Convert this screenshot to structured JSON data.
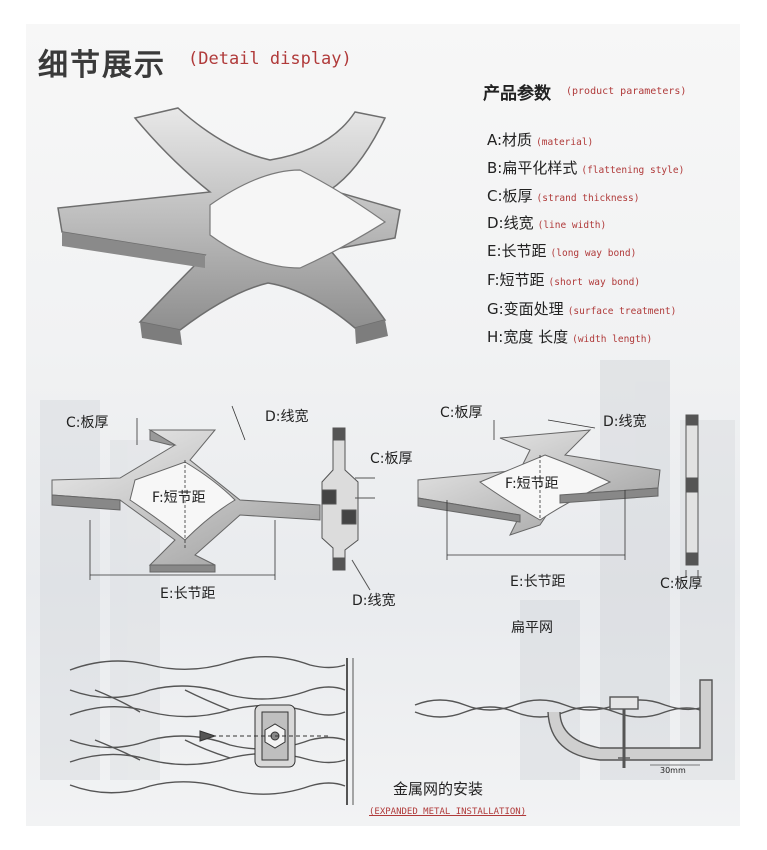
{
  "header": {
    "title": "细节展示",
    "title_en": "(Detail display)"
  },
  "params": {
    "title": "产品参数",
    "title_en": "(product parameters)",
    "items": [
      {
        "label": "A:材质",
        "en": "(material)"
      },
      {
        "label": "B:扁平化样式",
        "en": "(flattening style)"
      },
      {
        "label": "C:板厚",
        "en": "(strand thickness)"
      },
      {
        "label": "D:线宽",
        "en": "(line width)"
      },
      {
        "label": "E:长节距",
        "en": "(long way bond)"
      },
      {
        "label": "F:短节距",
        "en": "(short way bond)"
      },
      {
        "label": "G:变面处理",
        "en": "(surface treatment)"
      },
      {
        "label": "H:宽度 长度",
        "en": "(width length)"
      }
    ]
  },
  "diagram_left": {
    "c_thickness": "C:板厚",
    "d_width": "D:线宽",
    "f_short": "F:短节距",
    "e_long": "E:长节距",
    "side_c": "C:板厚",
    "side_d": "D:线宽"
  },
  "diagram_right": {
    "c_thickness": "C:板厚",
    "d_width": "D:线宽",
    "f_short": "F:短节距",
    "e_long": "E:长节距",
    "side_c": "C:板厚",
    "caption": "扁平网"
  },
  "install": {
    "title": "金属网的安装",
    "title_en": "(EXPANDED METAL INSTALLATION)",
    "dim": "30mm"
  }
}
